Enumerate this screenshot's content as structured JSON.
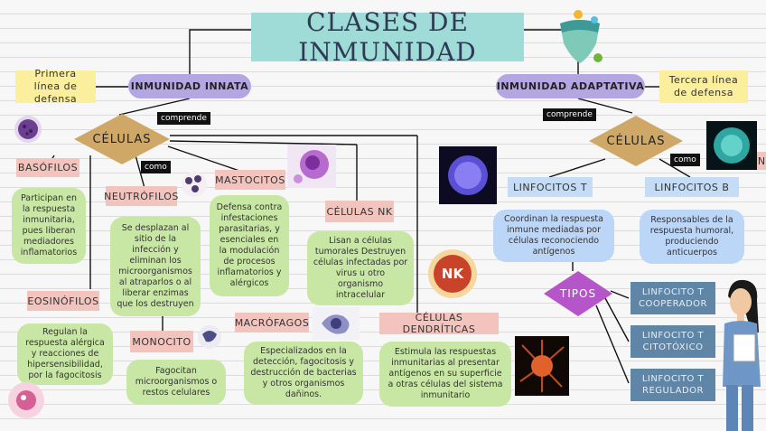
{
  "title": "CLASES DE INMUNIDAD",
  "innate": {
    "label": "INMUNIDAD INNATA",
    "line_note": "Primera línea de defensa",
    "connector": "comprende",
    "cells_label": "CÉLULAS",
    "como": "como",
    "basophils": {
      "label": "BASÓFILOS",
      "desc": "Participan en la respuesta inmunitaria, pues liberan mediadores inflamatorios"
    },
    "neutrophils": {
      "label": "NEUTRÓFILOS",
      "desc": "Se desplazan al sitio de la infección y eliminan los microorganismos al atraparlos o al liberar enzimas que los destruyen"
    },
    "monocyte": {
      "label": "MONOCITO",
      "desc": "Fagocitan microorganismos o restos celulares"
    },
    "eosinophils": {
      "label": "EOSINÓFILOS",
      "desc": "Regulan la respuesta alérgica y reacciones de hipersensibilidad, por la fagocitosis"
    },
    "mast_cells": {
      "label": "MASTOCITOS",
      "desc": "Defensa contra infestaciones parasitarias, y esenciales en la modulación de procesos inflamatorios y alérgicos"
    },
    "macrophages": {
      "label": "MACRÓFAGOS",
      "desc": "Especializados en la detección, fagocitosis y destrucción de bacterias y otros organismos dañinos."
    },
    "nk_cells": {
      "label": "CÉLULAS NK",
      "desc": "Lisan a células tumorales Destruyen células infectadas por virus u otro organismo intracelular"
    },
    "nk_badge": "NK",
    "dendritic": {
      "label": "CÉLULAS DENDRÍTICAS",
      "desc": "Estimula las respuestas inmunitarias al presentar antígenos en su superficie a otras células del sistema inmunitario"
    }
  },
  "adaptive": {
    "label": "INMUNIDAD ADAPTATIVA",
    "line_note": "Tercera línea de defensa",
    "connector": "comprende",
    "cells_label": "CÉLULAS",
    "como": "como",
    "lymph_t": {
      "label": "LINFOCITOS T",
      "desc": "Coordinan la respuesta inmune mediadas por células reconociendo antígenos"
    },
    "lymph_b": {
      "label": "LINFOCITOS B",
      "desc": "Responsables de la respuesta humoral, produciendo anticuerpos"
    },
    "types_label": "TIPOS",
    "types": [
      "LINFOCITO T COOPERADOR",
      "LINFOCITO T CITOTÓXICO",
      "LINFOCITO T REGULADOR"
    ],
    "cut_label": "N"
  },
  "colors": {
    "title_bg": "#9fdcd8",
    "pill": "#b3a6e3",
    "note": "#fbee9c",
    "diamond": "#cfa868",
    "types_diamond": "#b555c9",
    "innate_label": "#f2c4bd",
    "adaptive_label": "#c4dcf6",
    "innate_desc": "#c9e7a4",
    "adaptive_desc": "#bcd6f8",
    "types_box": "#5f86a6"
  },
  "icons": [
    "shield-virus-icon",
    "basophil-cell-icon",
    "neutrophil-cell-icon",
    "mast-cell-icon",
    "lymphocyte-cell-icon",
    "nk-cell-icon",
    "monocyte-cell-icon",
    "macrophage-cell-icon",
    "dendritic-cell-icon",
    "b-cell-icon",
    "doctor-illustration",
    "cell-sticker-icon"
  ]
}
